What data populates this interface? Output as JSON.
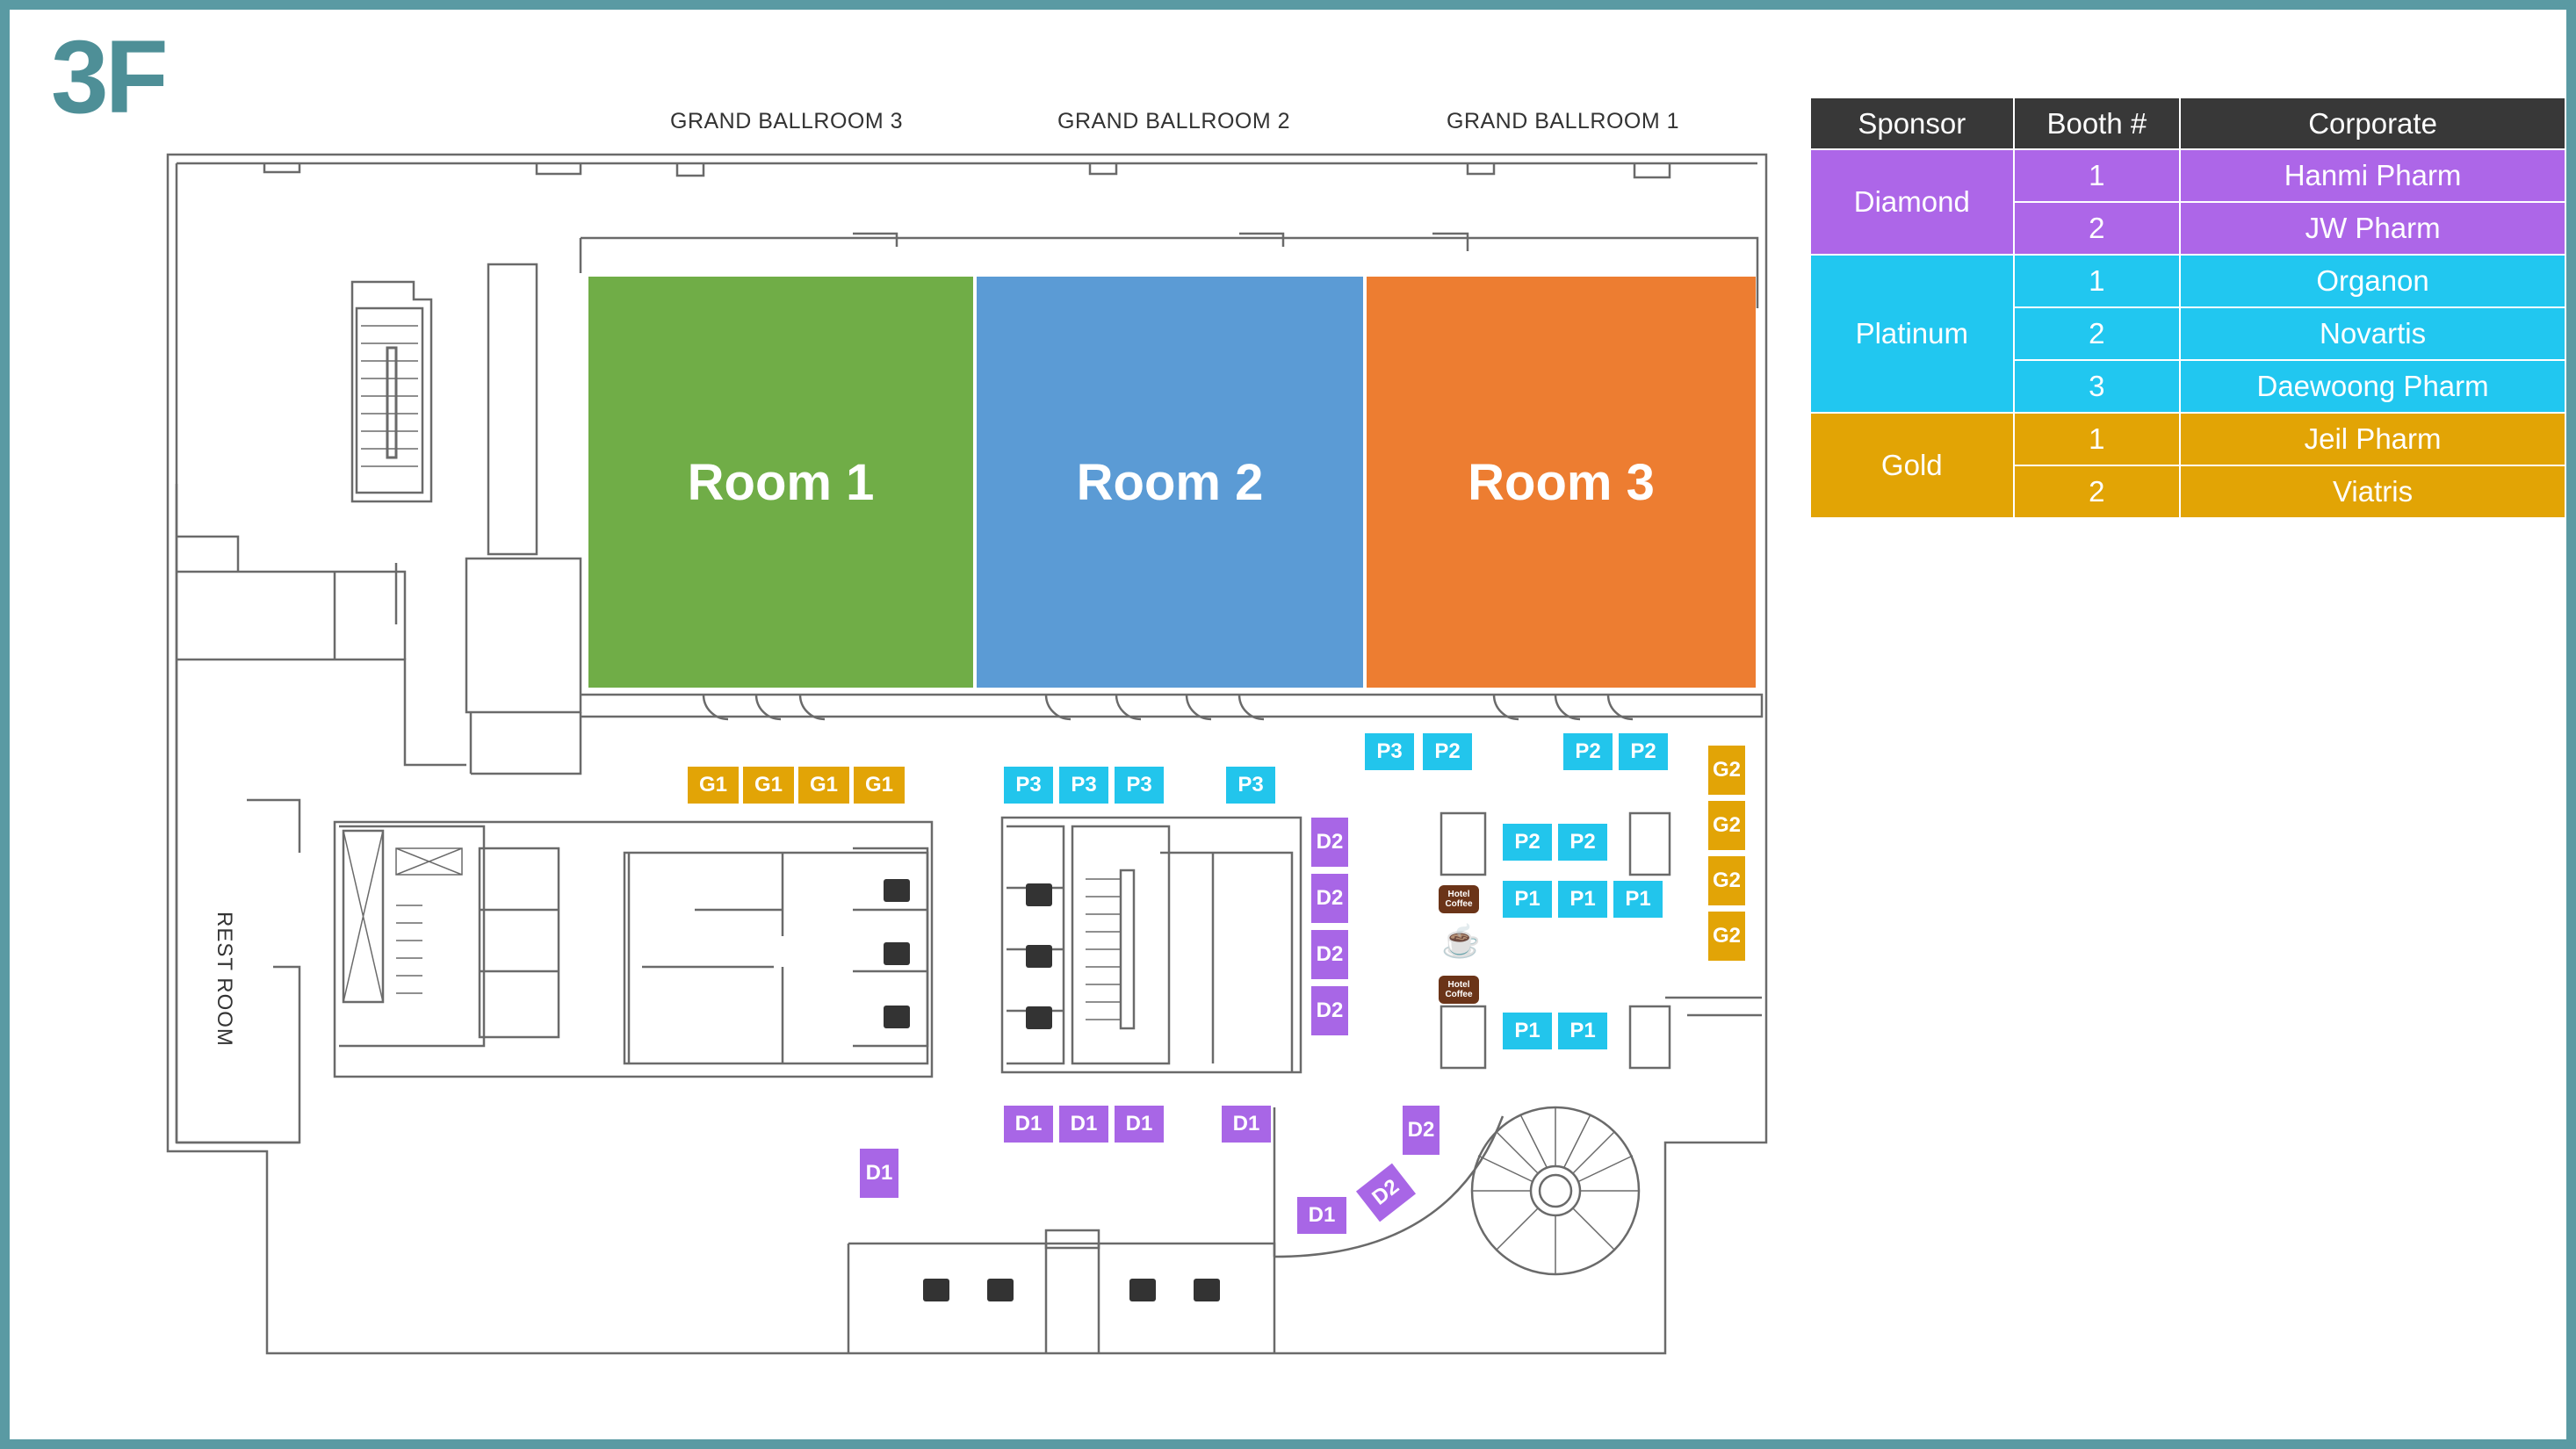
{
  "floor": "3F",
  "ballrooms": [
    "GRAND BALLROOM 3",
    "GRAND BALLROOM 2",
    "GRAND BALLROOM 1"
  ],
  "rooms": [
    {
      "label": "Room 1",
      "color": "#70ad47"
    },
    {
      "label": "Room 2",
      "color": "#5b9bd5"
    },
    {
      "label": "Room 3",
      "color": "#ed7d31"
    }
  ],
  "restroom_label": "REST ROOM",
  "coffee": {
    "badge_1": "Hotel Coffee",
    "badge_2": "Hotel Coffee"
  },
  "booths": {
    "g1": [
      "G1",
      "G1",
      "G1",
      "G1"
    ],
    "p3_left": [
      "P3",
      "P3",
      "P3"
    ],
    "p3_mid": "P3",
    "p3_top": "P3",
    "p2_top": [
      "P2",
      "P2",
      "P2"
    ],
    "d2_col": [
      "D2",
      "D2",
      "D2",
      "D2"
    ],
    "p2_mid": [
      "P2",
      "P2"
    ],
    "p1_mid": [
      "P1",
      "P1",
      "P1"
    ],
    "p1_low": [
      "P1",
      "P1"
    ],
    "g2_col": [
      "G2",
      "G2",
      "G2",
      "G2"
    ],
    "d1_row": [
      "D1",
      "D1",
      "D1"
    ],
    "d1_single": "D1",
    "d1_left": "D1",
    "d1_bottom": "D1",
    "d2_stair": "D2",
    "d2_rot": "D2"
  },
  "legend": {
    "headers": [
      "Sponsor",
      "Booth #",
      "Corporate"
    ],
    "groups": [
      {
        "sponsor": "Diamond",
        "color": "#ad66e8",
        "rows": [
          {
            "booth": "1",
            "corp": "Hanmi Pharm"
          },
          {
            "booth": "2",
            "corp": "JW Pharm"
          }
        ]
      },
      {
        "sponsor": "Platinum",
        "color": "#21c7f0",
        "rows": [
          {
            "booth": "1",
            "corp": "Organon"
          },
          {
            "booth": "2",
            "corp": "Novartis"
          },
          {
            "booth": "3",
            "corp": "Daewoong Pharm"
          }
        ]
      },
      {
        "sponsor": "Gold",
        "color": "#e2a405",
        "rows": [
          {
            "booth": "1",
            "corp": "Jeil Pharm"
          },
          {
            "booth": "2",
            "corp": "Viatris"
          }
        ]
      }
    ]
  },
  "colors": {
    "frame": "#5a9aa3",
    "platinum": "#22c5ec",
    "diamond": "#a866e6",
    "gold": "#e2a406",
    "header": "#383838"
  }
}
